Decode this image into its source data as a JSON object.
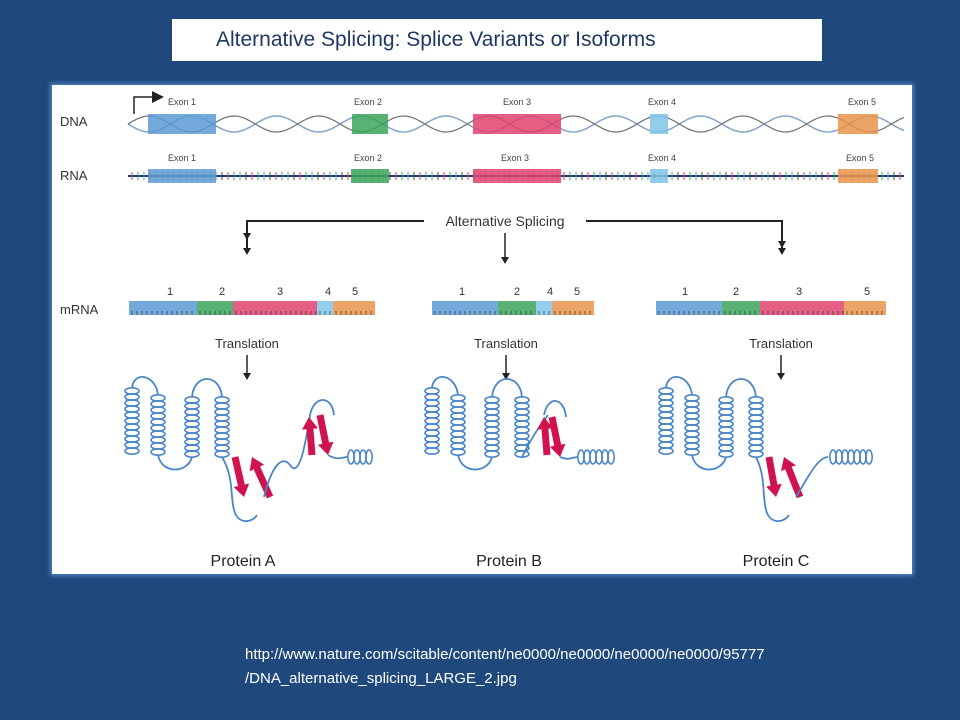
{
  "slide": {
    "title": "Alternative Splicing:  Splice Variants or Isoforms",
    "caption_line1": "http://www.nature.com/scitable/content/ne0000/ne0000/ne0000/ne0000/95777",
    "caption_line2": "/DNA_alternative_splicing_LARGE_2.jpg"
  },
  "figure": {
    "row_labels": {
      "dna": "DNA",
      "rna": "RNA",
      "mrna": "mRNA"
    },
    "exons": [
      "Exon 1",
      "Exon 2",
      "Exon 3",
      "Exon 4",
      "Exon 5"
    ],
    "exon_colors": {
      "exon1": "#5b9bd5",
      "exon2": "#3aa55b",
      "exon3": "#e0436e",
      "exon4": "#7fc4e8",
      "exon5": "#e8944a"
    },
    "splicing_label": "Alternative Splicing",
    "translation_label": "Translation",
    "variant_a": {
      "numbers": [
        "1",
        "2",
        "3",
        "4",
        "5"
      ],
      "protein": "Protein A"
    },
    "variant_b": {
      "numbers": [
        "1",
        "2",
        "4",
        "5"
      ],
      "protein": "Protein B"
    },
    "variant_c": {
      "numbers": [
        "1",
        "2",
        "3",
        "5"
      ],
      "protein": "Protein C"
    },
    "protein_colors": {
      "helix": "#4a86c5",
      "strand": "#d0134f"
    }
  }
}
